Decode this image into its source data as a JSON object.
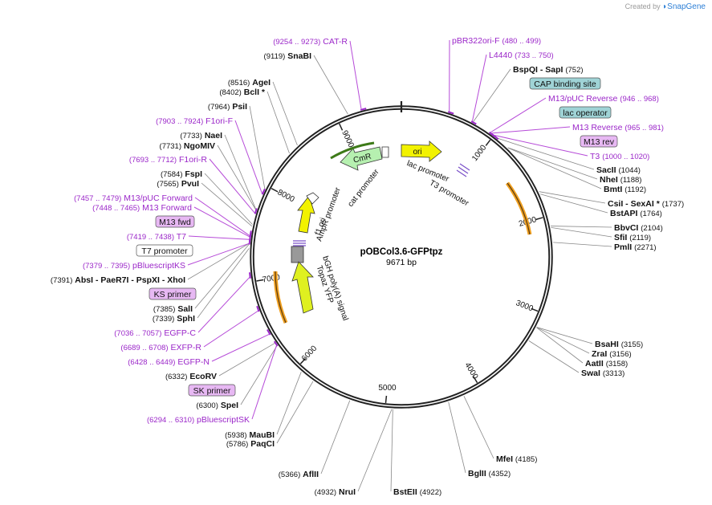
{
  "watermark": {
    "prefix": "Created by",
    "brand": "SnapGene"
  },
  "plasmid": {
    "name": "pOBCol3.6-GFPtpz",
    "size": "9671 bp",
    "length": 9671
  },
  "ticks": [
    "1000",
    "2000",
    "3000",
    "4000",
    "5000",
    "6000",
    "7000",
    "8000",
    "9000"
  ],
  "enzymes": [
    {
      "name": "SnaBI",
      "pos": "(9119)"
    },
    {
      "name": "AgeI",
      "pos": "(8516)"
    },
    {
      "name": "BclI *",
      "pos": "(8402)"
    },
    {
      "name": "PsiI",
      "pos": "(7964)"
    },
    {
      "name": "NaeI",
      "pos": "(7733)"
    },
    {
      "name": "NgoMIV",
      "pos": "(7731)"
    },
    {
      "name": "FspI",
      "pos": "(7584)"
    },
    {
      "name": "PvuI",
      "pos": "(7565)"
    },
    {
      "name": "AbsI - PaeR7I - PspXI - XhoI",
      "pos": "(7391)"
    },
    {
      "name": "SalI",
      "pos": "(7385)"
    },
    {
      "name": "SphI",
      "pos": "(7339)"
    },
    {
      "name": "EcoRV",
      "pos": "(6332)"
    },
    {
      "name": "SpeI",
      "pos": "(6300)"
    },
    {
      "name": "MauBI",
      "pos": "(5938)"
    },
    {
      "name": "PaqCI",
      "pos": "(5786)"
    },
    {
      "name": "AflII",
      "pos": "(5366)"
    },
    {
      "name": "NruI",
      "pos": "(4932)"
    },
    {
      "name": "BstEII",
      "pos": "(4922)"
    },
    {
      "name": "BglII",
      "pos": "(4352)"
    },
    {
      "name": "MfeI",
      "pos": "(4185)"
    },
    {
      "name": "SwaI",
      "pos": "(3313)"
    },
    {
      "name": "AatII",
      "pos": "(3158)"
    },
    {
      "name": "ZraI",
      "pos": "(3156)"
    },
    {
      "name": "BsaHI",
      "pos": "(3155)"
    },
    {
      "name": "PmlI",
      "pos": "(2271)"
    },
    {
      "name": "SfiI",
      "pos": "(2119)"
    },
    {
      "name": "BbvCI",
      "pos": "(2104)"
    },
    {
      "name": "BstAPI",
      "pos": "(1764)"
    },
    {
      "name": "CsiI - SexAI *",
      "pos": "(1737)"
    },
    {
      "name": "BmtI",
      "pos": "(1192)"
    },
    {
      "name": "NheI",
      "pos": "(1188)"
    },
    {
      "name": "SacII",
      "pos": "(1044)"
    },
    {
      "name": "BspQI - SapI",
      "pos": "(752)"
    }
  ],
  "primers": [
    {
      "name": "CAT-R",
      "range": "(9254 .. 9273)"
    },
    {
      "name": "F1ori-F",
      "range": "(7903 .. 7924)"
    },
    {
      "name": "F1ori-R",
      "range": "(7693 .. 7712)"
    },
    {
      "name": "M13/pUC Forward",
      "range": "(7457 .. 7479)"
    },
    {
      "name": "M13 Forward",
      "range": "(7448 .. 7465)"
    },
    {
      "name": "T7",
      "range": "(7419 .. 7438)"
    },
    {
      "name": "pBluescriptKS",
      "range": "(7379 .. 7395)"
    },
    {
      "name": "EGFP-C",
      "range": "(7036 .. 7057)"
    },
    {
      "name": "EXFP-R",
      "range": "(6689 .. 6708)"
    },
    {
      "name": "EGFP-N",
      "range": "(6428 .. 6449)"
    },
    {
      "name": "pBluescriptSK",
      "range": "(6294 .. 6310)"
    },
    {
      "name": "pBR322ori-F",
      "range": "(480 .. 499)"
    },
    {
      "name": "L4440",
      "range": "(733 .. 750)"
    },
    {
      "name": "M13/pUC Reverse",
      "range": "(946 .. 968)"
    },
    {
      "name": "M13 Reverse",
      "range": "(965 .. 981)"
    },
    {
      "name": "T3",
      "range": "(1000 .. 1020)"
    }
  ],
  "boxed_labels": [
    {
      "name": "M13 fwd",
      "color": "#e7b8f3"
    },
    {
      "name": "T7 promoter",
      "color": "#ffffff"
    },
    {
      "name": "KS primer",
      "color": "#e7b8f3"
    },
    {
      "name": "SK primer",
      "color": "#e7b8f3"
    },
    {
      "name": "CAP binding site",
      "color": "#9fd3d6"
    },
    {
      "name": "lac operator",
      "color": "#9fd3d6"
    },
    {
      "name": "M13 rev",
      "color": "#e7b8f3"
    }
  ],
  "features": {
    "cmr": "CmR",
    "ori": "ori",
    "cat_promoter": "cat promoter",
    "lac_promoter": "lac promoter",
    "t3_promoter": "T3 promoter",
    "f1_ori": "f1 ori",
    "ampr_promoter": "AmpR promoter",
    "bgh": "bGH poly(A) signal",
    "topaz": "Topaz YFP"
  },
  "colors": {
    "primer": "#9b27c9",
    "enzyme_text": "#111111",
    "backbone": "#222222",
    "yellow": "#f2f200",
    "green": "#b6f0b0",
    "orange": "#f0a020"
  }
}
